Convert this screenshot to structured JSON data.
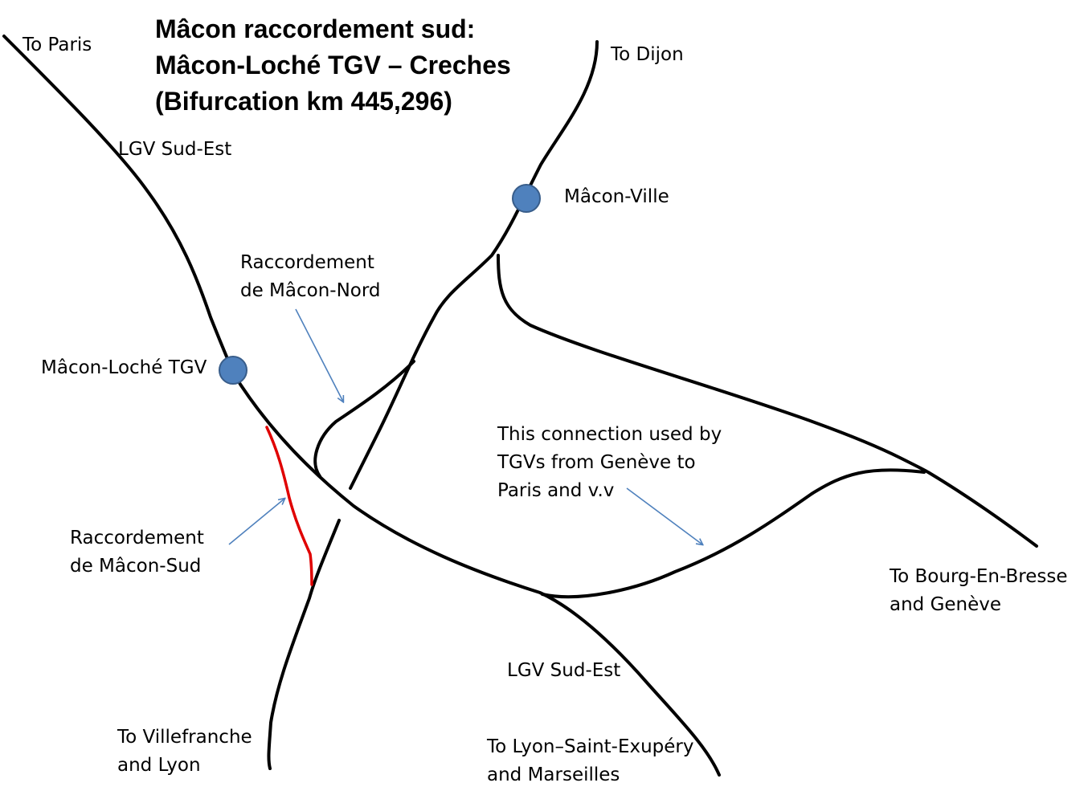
{
  "title": {
    "line1": "Mâcon raccordement sud:",
    "line2": "Mâcon-Loché TGV – Creches",
    "line3": "(Bifurcation km 445,296)"
  },
  "labels": {
    "to_paris": "To Paris",
    "to_dijon": "To  Dijon",
    "lgv_north": "LGV Sud-Est",
    "macon_ville": "Mâcon-Ville",
    "nord_line1": "Raccordement",
    "nord_line2": "de Mâcon-Nord",
    "macon_loche": "Mâcon-Loché TGV",
    "conn_line1": "This connection used by",
    "conn_line2": "TGVs from Genève to",
    "conn_line3": "Paris and v.v",
    "sud_line1": "Raccordement",
    "sud_line2": "de Mâcon-Sud",
    "bourg_line1": "To Bourg-En-Bresse",
    "bourg_line2": "and Genève",
    "lgv_south": "LGV Sud-Est",
    "villefranche_line1": "To Villefranche",
    "villefranche_line2": "and Lyon",
    "lyon_line1": "To Lyon–Saint-Exupéry",
    "lyon_line2": "and Marseilles"
  },
  "colors": {
    "track": "#000000",
    "highlight_track": "#e00000",
    "station": "#4f81bd",
    "station_outline": "#385d8a",
    "arrow": "#4f81bd"
  }
}
